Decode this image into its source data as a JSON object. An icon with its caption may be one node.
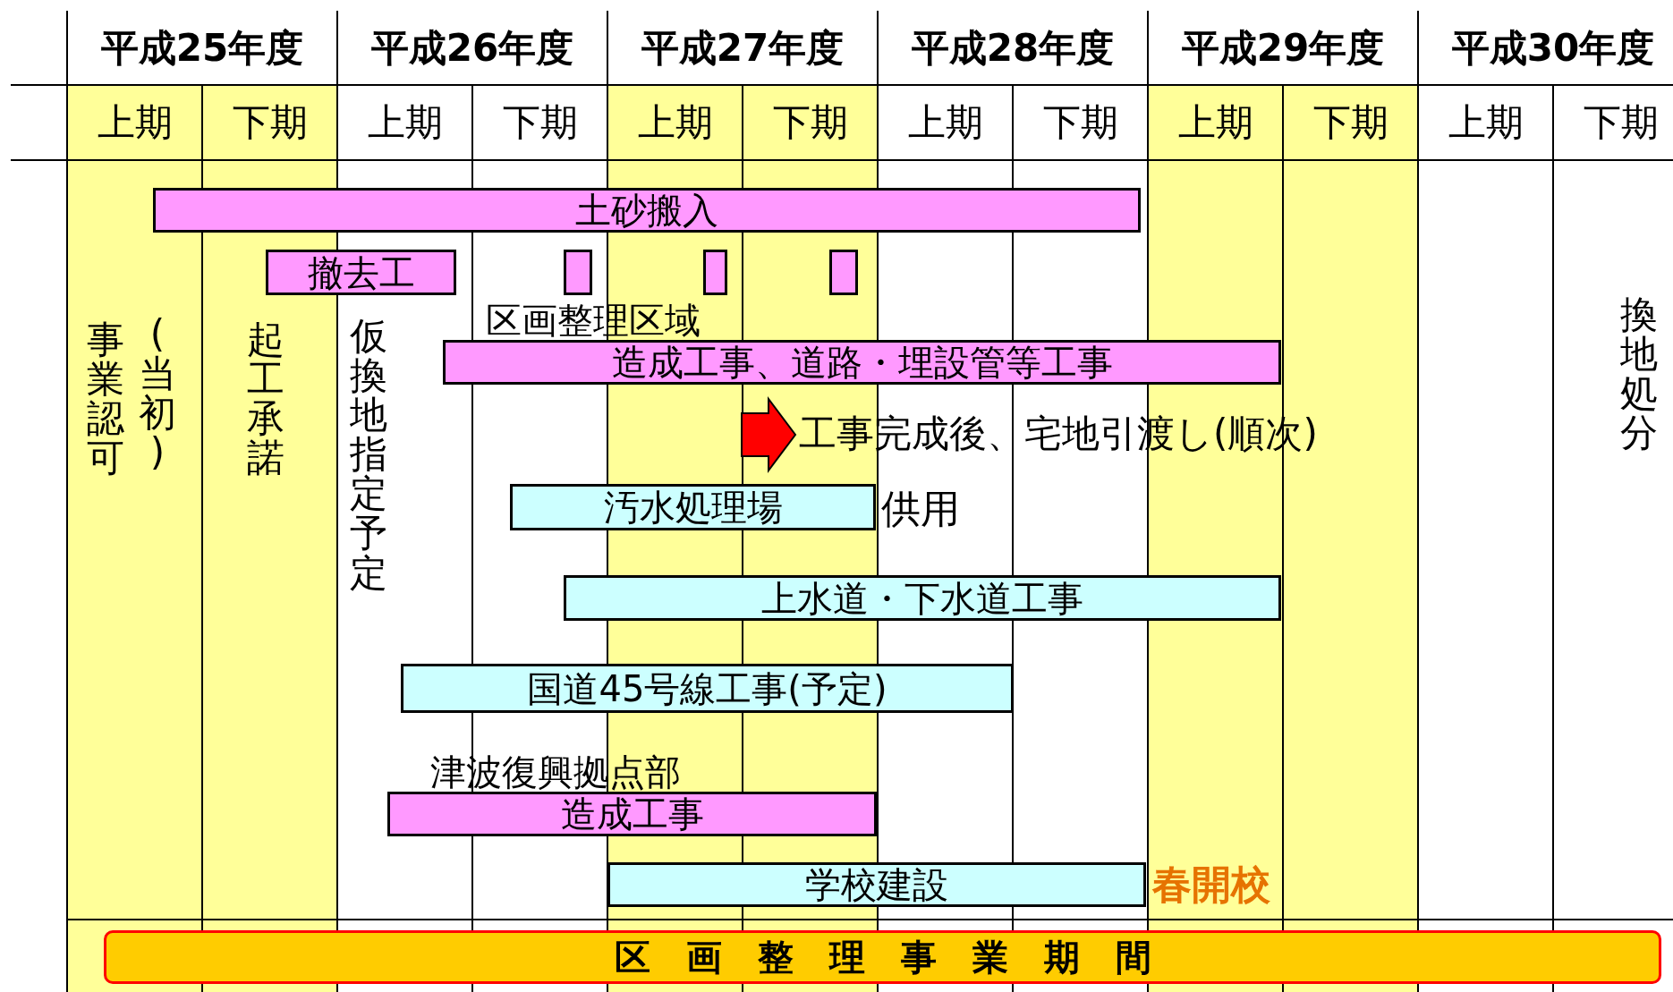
{
  "diagram": {
    "nodes": [
      {
        "text": [
          "土砂搬入"
        ]
      },
      {
        "text": [
          "撤去工"
        ]
      },
      {
        "text": [],
        "shape": "box"
      },
      {
        "text": [],
        "shape": "box"
      },
      {
        "text": [],
        "shape": "box"
      },
      {
        "text": [
          "区画整理区域",
          "造成工事、道路・埋設管等工事"
        ]
      },
      {
        "text": [
          "工事完成後、宅地引渡し(順次)"
        ]
      },
      {
        "text": [
          "汚水処理場"
        ],
        "beside": [
          "供用"
        ]
      },
      {
        "text": [
          "上水道・下水道工事"
        ]
      },
      {
        "text": [
          "国道45号線工事(予定)"
        ]
      },
      {
        "text": [
          "津波復興拠点部",
          "造成工事"
        ]
      },
      {
        "text": [
          "学校建設"
        ],
        "beside": [
          "春開校"
        ]
      },
      {
        "text": [
          "区画整理事業期間"
        ]
      }
    ],
    "edges": [
      {
        "from": null,
        "to": 6,
        "arrow": "to",
        "color": "#ff0000"
      }
    ],
    "labels": [
      "平成25年度",
      "平成26年度",
      "平成27年度",
      "平成28年度",
      "平成29年度",
      "平成30年度",
      "上期",
      "下期",
      "上期",
      "下期",
      "上期",
      "下期",
      "上期",
      "下期",
      "上期",
      "下期",
      "上期",
      "下期",
      "事業認可",
      "(当初)",
      "起工承諾",
      "仮換地指定予定",
      "換地処分"
    ]
  }
}
